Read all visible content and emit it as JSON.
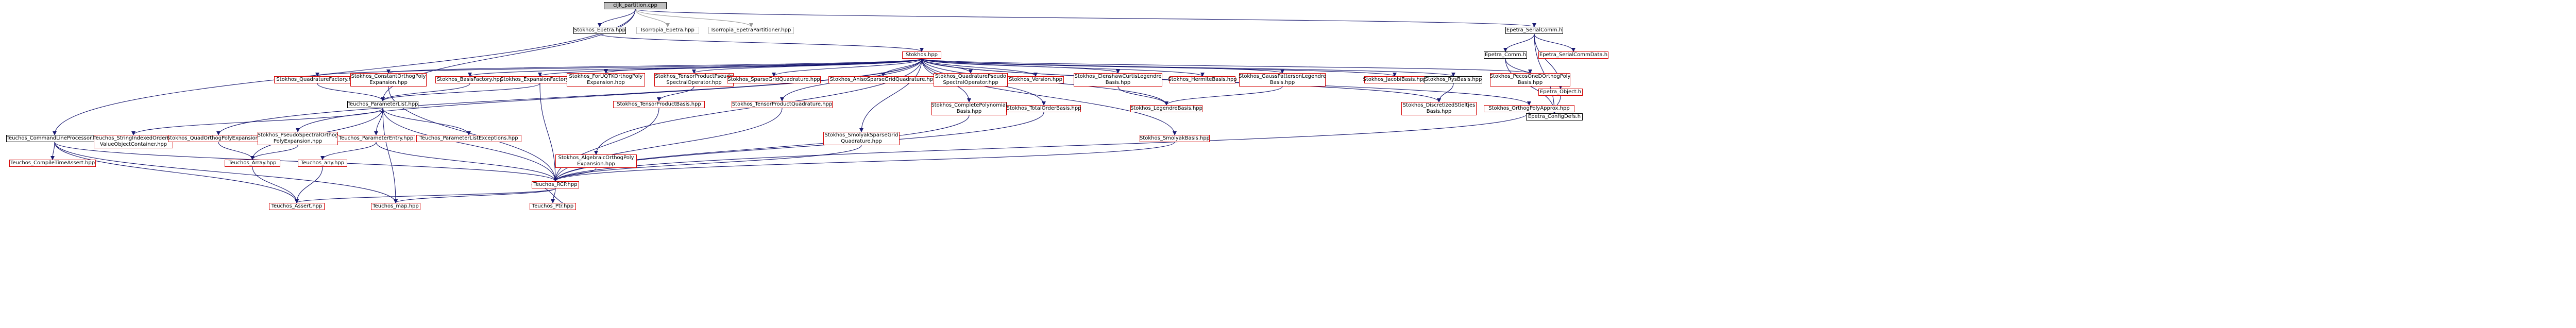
{
  "colors": {
    "edge": "#191970",
    "missing_border": "#d40000",
    "documented_border": "#000000",
    "focus_fill": "#bfbfbf"
  },
  "nodes": [
    {
      "id": "root",
      "label": "cijk_partition.cpp",
      "kind": "focus"
    },
    {
      "id": "epetra",
      "label": "Stokhos_Epetra.hpp",
      "kind": "normal"
    },
    {
      "id": "isorropia_e",
      "label": "Isorropia_Epetra.hpp",
      "kind": "gray"
    },
    {
      "id": "isorropia_ep",
      "label": "Isorropia_EpetraPartitioner.hpp",
      "kind": "gray"
    },
    {
      "id": "serialcomm",
      "label": "Epetra_SerialComm.h",
      "kind": "normal"
    },
    {
      "id": "stokhos",
      "label": "Stokhos.hpp",
      "kind": "red"
    },
    {
      "id": "comm",
      "label": "Epetra_Comm.h",
      "kind": "normal"
    },
    {
      "id": "serialcommdata",
      "label": "Epetra_SerialCommData.h",
      "kind": "red"
    },
    {
      "id": "object",
      "label": "Epetra_Object.h",
      "kind": "red"
    },
    {
      "id": "configdefs",
      "label": "Epetra_ConfigDefs.h",
      "kind": "normal"
    },
    {
      "id": "quadfac",
      "label": "Stokhos_QuadratureFactory.hpp",
      "kind": "red"
    },
    {
      "id": "constorth",
      "label": "Stokhos_ConstantOrthogPoly\nExpansion.hpp",
      "kind": "red"
    },
    {
      "id": "basisfac",
      "label": "Stokhos_BasisFactory.hpp",
      "kind": "red"
    },
    {
      "id": "expfac",
      "label": "Stokhos_ExpansionFactory.hpp",
      "kind": "red"
    },
    {
      "id": "forusqk",
      "label": "Stokhos_ForUQTKOrthogPoly\nExpansion.hpp",
      "kind": "red"
    },
    {
      "id": "tensorpseudo",
      "label": "Stokhos_TensorProductPseudo\nSpectralOperator.hpp",
      "kind": "red"
    },
    {
      "id": "sparsegrid",
      "label": "Stokhos_SparseGridQuadrature.hpp",
      "kind": "red"
    },
    {
      "id": "aniso",
      "label": "Stokhos_AnisoSparseGridQuadrature.hpp",
      "kind": "red"
    },
    {
      "id": "quadpseudo",
      "label": "Stokhos_QuadraturePseudo\nSpectralOperator.hpp",
      "kind": "red"
    },
    {
      "id": "version",
      "label": "Stokhos_Version.hpp",
      "kind": "red"
    },
    {
      "id": "clenshaw",
      "label": "Stokhos_ClenshawCurtisLegendre\nBasis.hpp",
      "kind": "red"
    },
    {
      "id": "hermite",
      "label": "Stokhos_HermiteBasis.hpp",
      "kind": "red"
    },
    {
      "id": "gausspat",
      "label": "Stokhos_GaussPattersonLegendre\nBasis.hpp",
      "kind": "red"
    },
    {
      "id": "jacobi",
      "label": "Stokhos_JacobiBasis.hpp",
      "kind": "red"
    },
    {
      "id": "rys",
      "label": "Stokhos_RysBasis.hpp",
      "kind": "normal"
    },
    {
      "id": "pecos",
      "label": "Stokhos_PecosOneDOrthogPoly\nBasis.hpp",
      "kind": "red"
    },
    {
      "id": "paramlist",
      "label": "Teuchos_ParameterList.hpp",
      "kind": "normal"
    },
    {
      "id": "algebraic",
      "label": "Stokhos_AlgebraicOrthogPoly\nExpansion.hpp",
      "kind": "red"
    },
    {
      "id": "tensorbasis",
      "label": "Stokhos_TensorProductBasis.hpp",
      "kind": "red"
    },
    {
      "id": "tensorquad",
      "label": "Stokhos_TensorProductQuadrature.hpp",
      "kind": "red"
    },
    {
      "id": "completepoly",
      "label": "Stokhos_CompletePolynomial\nBasis.hpp",
      "kind": "red"
    },
    {
      "id": "totalorder",
      "label": "Stokhos_TotalOrderBasis.hpp",
      "kind": "red"
    },
    {
      "id": "legendre",
      "label": "Stokhos_LegendreBasis.hpp",
      "kind": "red"
    },
    {
      "id": "discretized",
      "label": "Stokhos_DiscretizedStieltjes\nBasis.hpp",
      "kind": "red"
    },
    {
      "id": "orthogapprox",
      "label": "Stokhos_OrthogPolyApprox.hpp",
      "kind": "red"
    },
    {
      "id": "cmdline",
      "label": "Teuchos_CommandLineProcessor.hpp",
      "kind": "normal"
    },
    {
      "id": "stringindexed",
      "label": "Teuchos_StringIndexedOrdered\nValueObjectContainer.hpp",
      "kind": "red"
    },
    {
      "id": "quadorth",
      "label": "Stokhos_QuadOrthogPolyExpansion.hpp",
      "kind": "red"
    },
    {
      "id": "pseudospec",
      "label": "Stokhos_PseudoSpectralOrthog\nPolyExpansion.hpp",
      "kind": "red"
    },
    {
      "id": "paramentry",
      "label": "Teuchos_ParameterEntry.hpp",
      "kind": "red"
    },
    {
      "id": "paramexc",
      "label": "Teuchos_ParameterListExceptions.hpp",
      "kind": "red"
    },
    {
      "id": "smolyakgrid",
      "label": "Stokhos_SmolyakSparseGrid\nQuadrature.hpp",
      "kind": "red"
    },
    {
      "id": "smolyakbasis",
      "label": "Stokhos_SmolyakBasis.hpp",
      "kind": "red"
    },
    {
      "id": "compiletime",
      "label": "Teuchos_CompileTimeAssert.hpp",
      "kind": "red"
    },
    {
      "id": "array",
      "label": "Teuchos_Array.hpp",
      "kind": "red"
    },
    {
      "id": "any",
      "label": "Teuchos_any.hpp",
      "kind": "red"
    },
    {
      "id": "rcp",
      "label": "Teuchos_RCP.hpp",
      "kind": "red"
    },
    {
      "id": "assert",
      "label": "Teuchos_Assert.hpp",
      "kind": "red"
    },
    {
      "id": "map",
      "label": "Teuchos_map.hpp",
      "kind": "red"
    },
    {
      "id": "ptr",
      "label": "Teuchos_Ptr.hpp",
      "kind": "red"
    }
  ]
}
